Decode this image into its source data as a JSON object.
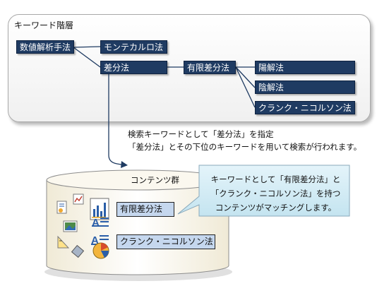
{
  "hierarchy": {
    "title": "キーワード階層",
    "nodes": {
      "numerical_analysis": "数値解析手法",
      "monte_carlo": "モンテカルロ法",
      "finite_difference": "差分法",
      "finite_difference_limited": "有限差分法",
      "explicit": "陽解法",
      "implicit": "陰解法",
      "crank_nicolson": "クランク・ニコルソン法"
    }
  },
  "description": [
    "検索キーワードとして「差分法」を指定",
    "「差分法」とその下位のキーワードを用いて検索が行われます。"
  ],
  "content_store": {
    "title": "コンテンツ群",
    "matches": [
      "有限差分法",
      "クランク・ニコルソン法"
    ],
    "callout": [
      "キーワードとして「有限差分法」と",
      "「クランク・ニコルソン法」を持つ",
      "コンテンツがマッチングします。"
    ]
  },
  "colors": {
    "node_fill": "#1f3b62",
    "match_fill": "#c5d7ee",
    "callout_fill": "#cfeaf4",
    "connector": "#1f3b62"
  }
}
